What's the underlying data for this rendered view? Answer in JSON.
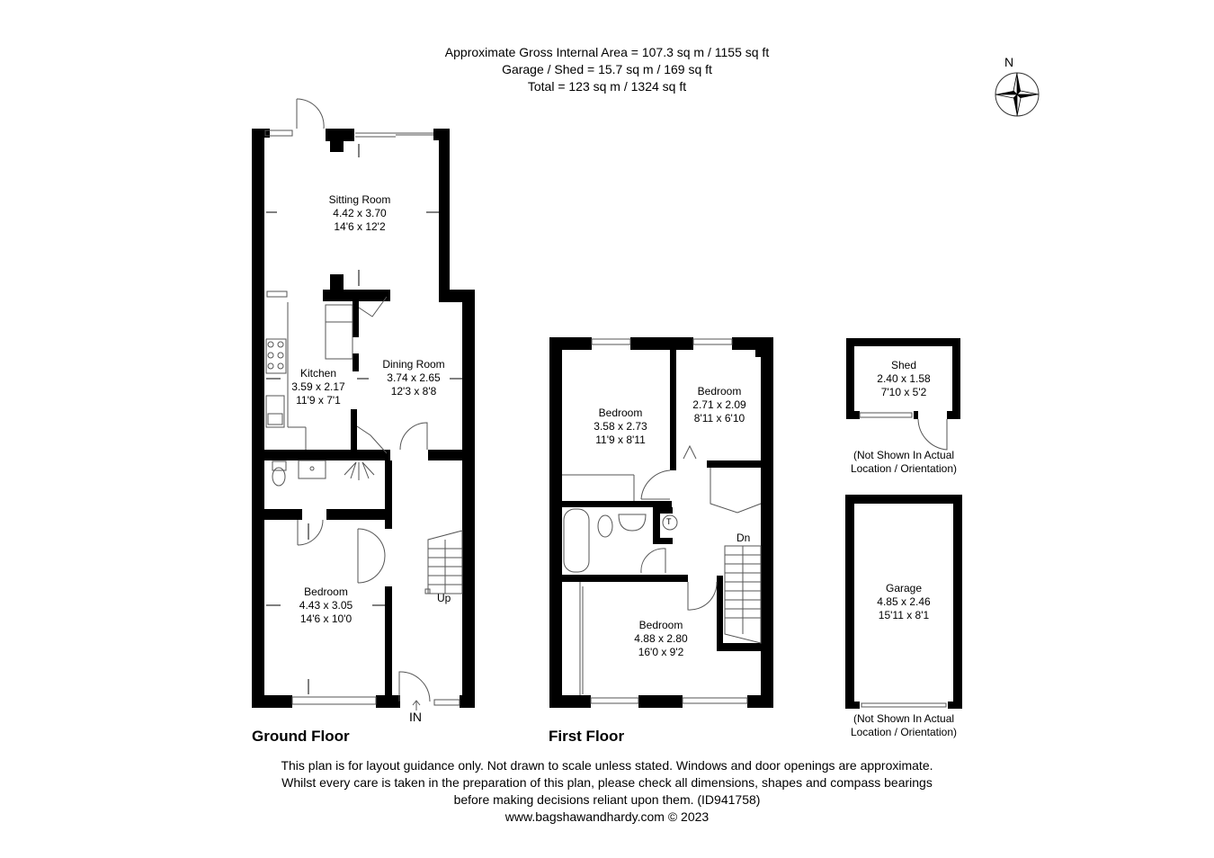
{
  "header": {
    "gross_area": "Approximate Gross Internal Area = 107.3 sq m / 1155 sq ft",
    "garage_shed": "Garage / Shed = 15.7 sq m / 169 sq ft",
    "total": "Total = 123 sq m / 1324 sq ft"
  },
  "compass": {
    "label": "N",
    "icon": "compass-rose-icon"
  },
  "ground_floor": {
    "title": "Ground Floor",
    "rooms": [
      {
        "name": "Sitting Room",
        "metric": "4.42 x 3.70",
        "imperial": "14'6 x 12'2"
      },
      {
        "name": "Kitchen",
        "metric": "3.59 x 2.17",
        "imperial": "11'9 x 7'1"
      },
      {
        "name": "Dining Room",
        "metric": "3.74 x 2.65",
        "imperial": "12'3 x 8'8"
      },
      {
        "name": "Bedroom",
        "metric": "4.43 x 3.05",
        "imperial": "14'6 x 10'0"
      }
    ],
    "stairs_label": "Up",
    "entrance_label": "IN"
  },
  "first_floor": {
    "title": "First Floor",
    "rooms": [
      {
        "name": "Bedroom",
        "metric": "3.58 x 2.73",
        "imperial": "11'9 x 8'11"
      },
      {
        "name": "Bedroom",
        "metric": "2.71 x 2.09",
        "imperial": "8'11 x 6'10"
      },
      {
        "name": "Bedroom",
        "metric": "4.88 x 2.80",
        "imperial": "16'0 x 9'2"
      }
    ],
    "stairs_label": "Dn",
    "tank_label": "T"
  },
  "outbuildings": {
    "shed": {
      "name": "Shed",
      "metric": "2.40 x 1.58",
      "imperial": "7'10 x 5'2"
    },
    "garage": {
      "name": "Garage",
      "metric": "4.85 x 2.46",
      "imperial": "15'11 x 8'1"
    },
    "note_line1": "(Not Shown In Actual",
    "note_line2": "Location / Orientation)"
  },
  "footer": {
    "line1": "This plan is for layout guidance only. Not drawn to scale unless stated. Windows and door openings are approximate.",
    "line2": "Whilst every care is taken in the preparation of this plan, please check all dimensions, shapes and compass bearings",
    "line3": "before making decisions reliant upon them. (ID941758)",
    "line4": "www.bagshawandhardy.com © 2023"
  },
  "colors": {
    "wall": "#000000",
    "background": "#ffffff",
    "line": "#555555"
  }
}
